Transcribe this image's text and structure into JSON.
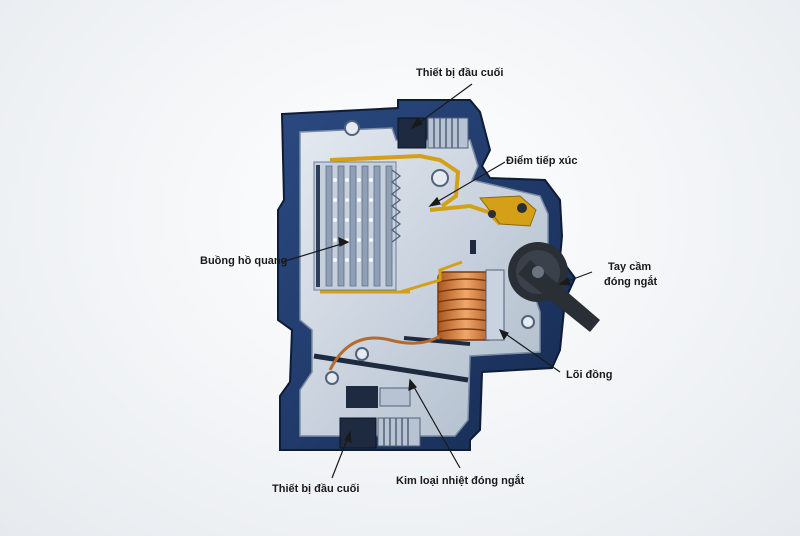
{
  "diagram": {
    "labels": {
      "terminal_top": "Thiết bị đầu cuối",
      "contact_point": "Điểm tiếp xúc",
      "arc_chamber": "Buồng hồ quang",
      "handle_line1": "Tay cầm",
      "handle_line2": "đóng ngắt",
      "copper_core": "Lõi đồng",
      "bimetal": "Kim loại nhiệt đóng ngắt",
      "terminal_bottom": "Thiết bị đầu cuối"
    },
    "colors": {
      "housing_dark": "#1f3a6b",
      "housing_light": "#c9d3df",
      "copper": "#d9894a",
      "brass": "#d4a017",
      "handle": "#2a2e35"
    }
  }
}
